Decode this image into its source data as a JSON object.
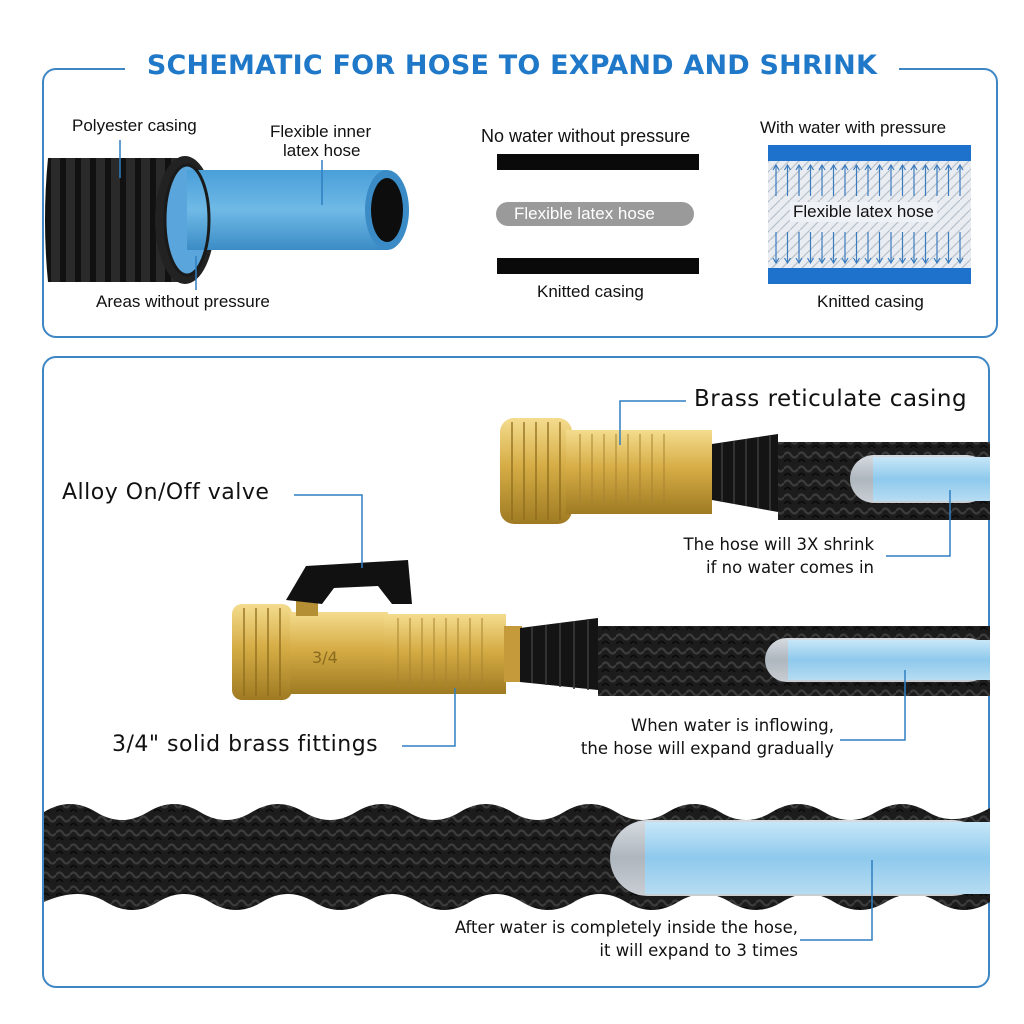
{
  "header": {
    "title": "SCHEMATIC FOR HOSE TO EXPAND AND SHRINK"
  },
  "top_panel": {
    "cross_section": {
      "polyester_casing": "Polyester casing",
      "inner_hose_line1": "Flexible inner",
      "inner_hose_line2": "latex hose",
      "areas_without_pressure": "Areas without pressure"
    },
    "no_pressure": {
      "heading": "No water without pressure",
      "latex_label": "Flexible latex hose",
      "casing_label": "Knitted casing"
    },
    "with_pressure": {
      "heading": "With water with pressure",
      "latex_label": "Flexible latex hose",
      "casing_label": "Knitted casing"
    }
  },
  "bottom_panel": {
    "brass_casing": "Brass reticulate casing",
    "valve": "Alloy On/Off valve",
    "fittings": "3/4\" solid brass fittings",
    "fitting_mark": "3/4",
    "shrink_line1": "The hose will 3X shrink",
    "shrink_line2": "if no water comes in",
    "inflow_line1": "When water is inflowing,",
    "inflow_line2": "the hose will expand gradually",
    "expand_line1": "After water is completely inside the hose,",
    "expand_line2": "it will expand to 3 times"
  },
  "colors": {
    "accent": "#1f78c8",
    "frame": "#3f86c4",
    "brass": "#d9b24a",
    "hose_black": "#1b1b1b",
    "water_blue": "#8ec9ec"
  }
}
